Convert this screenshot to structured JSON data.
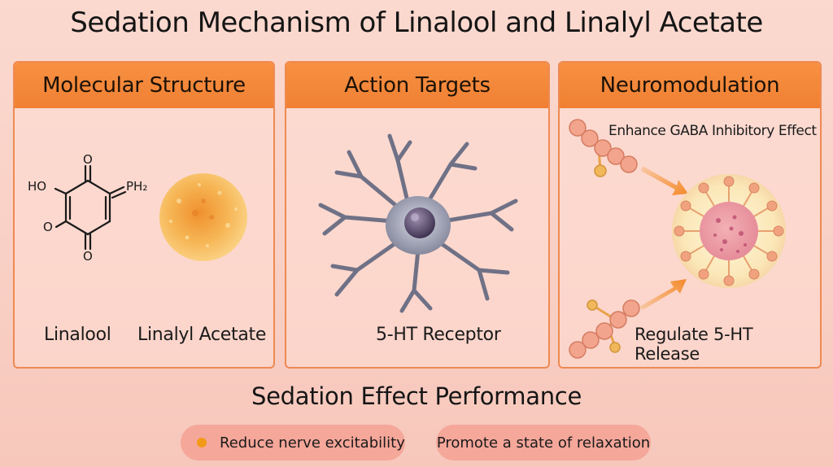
{
  "title": "Sedation Mechanism of Linalool and Linalyl Acetate",
  "panels": [
    {
      "header": "Molecular Structure",
      "labels": [
        "Linalool",
        "Linalyl Acetate"
      ]
    },
    {
      "header": "Action Targets",
      "labels": [
        "5-HT Receptor"
      ]
    },
    {
      "header": "Neuromodulation",
      "labels": [
        "Enhance GABA Inhibitory Effect",
        "Regulate 5-HT Release"
      ]
    }
  ],
  "molecule": {
    "atoms": [
      "O",
      "HO",
      "PH₂",
      "O",
      "O"
    ]
  },
  "section_title": "Sedation Effect Performance",
  "effects": [
    "Reduce nerve excitability",
    "Promote a state of relaxation"
  ],
  "colors": {
    "accent": "#f08033",
    "panel_border": "#ee8a52",
    "pill": "#f5a79a",
    "bullet": "#f29a18"
  }
}
